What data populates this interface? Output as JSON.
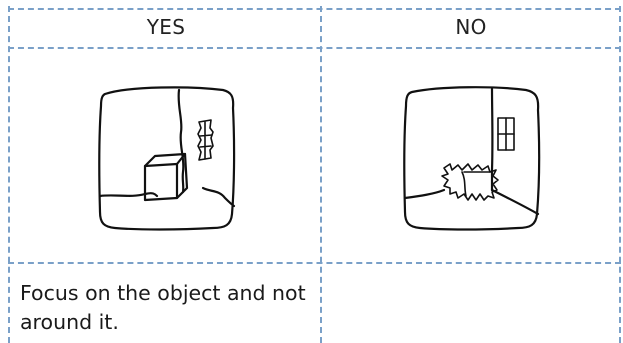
{
  "table": {
    "headers": [
      "YES",
      "NO"
    ],
    "caption": "Focus on the object and not around it.",
    "images": [
      {
        "depicts": "room-with-cube-centered"
      },
      {
        "depicts": "room-with-object-in-corner"
      }
    ]
  },
  "colors": {
    "border": "#7aa0c8",
    "ink": "#111111",
    "text": "#222222"
  }
}
